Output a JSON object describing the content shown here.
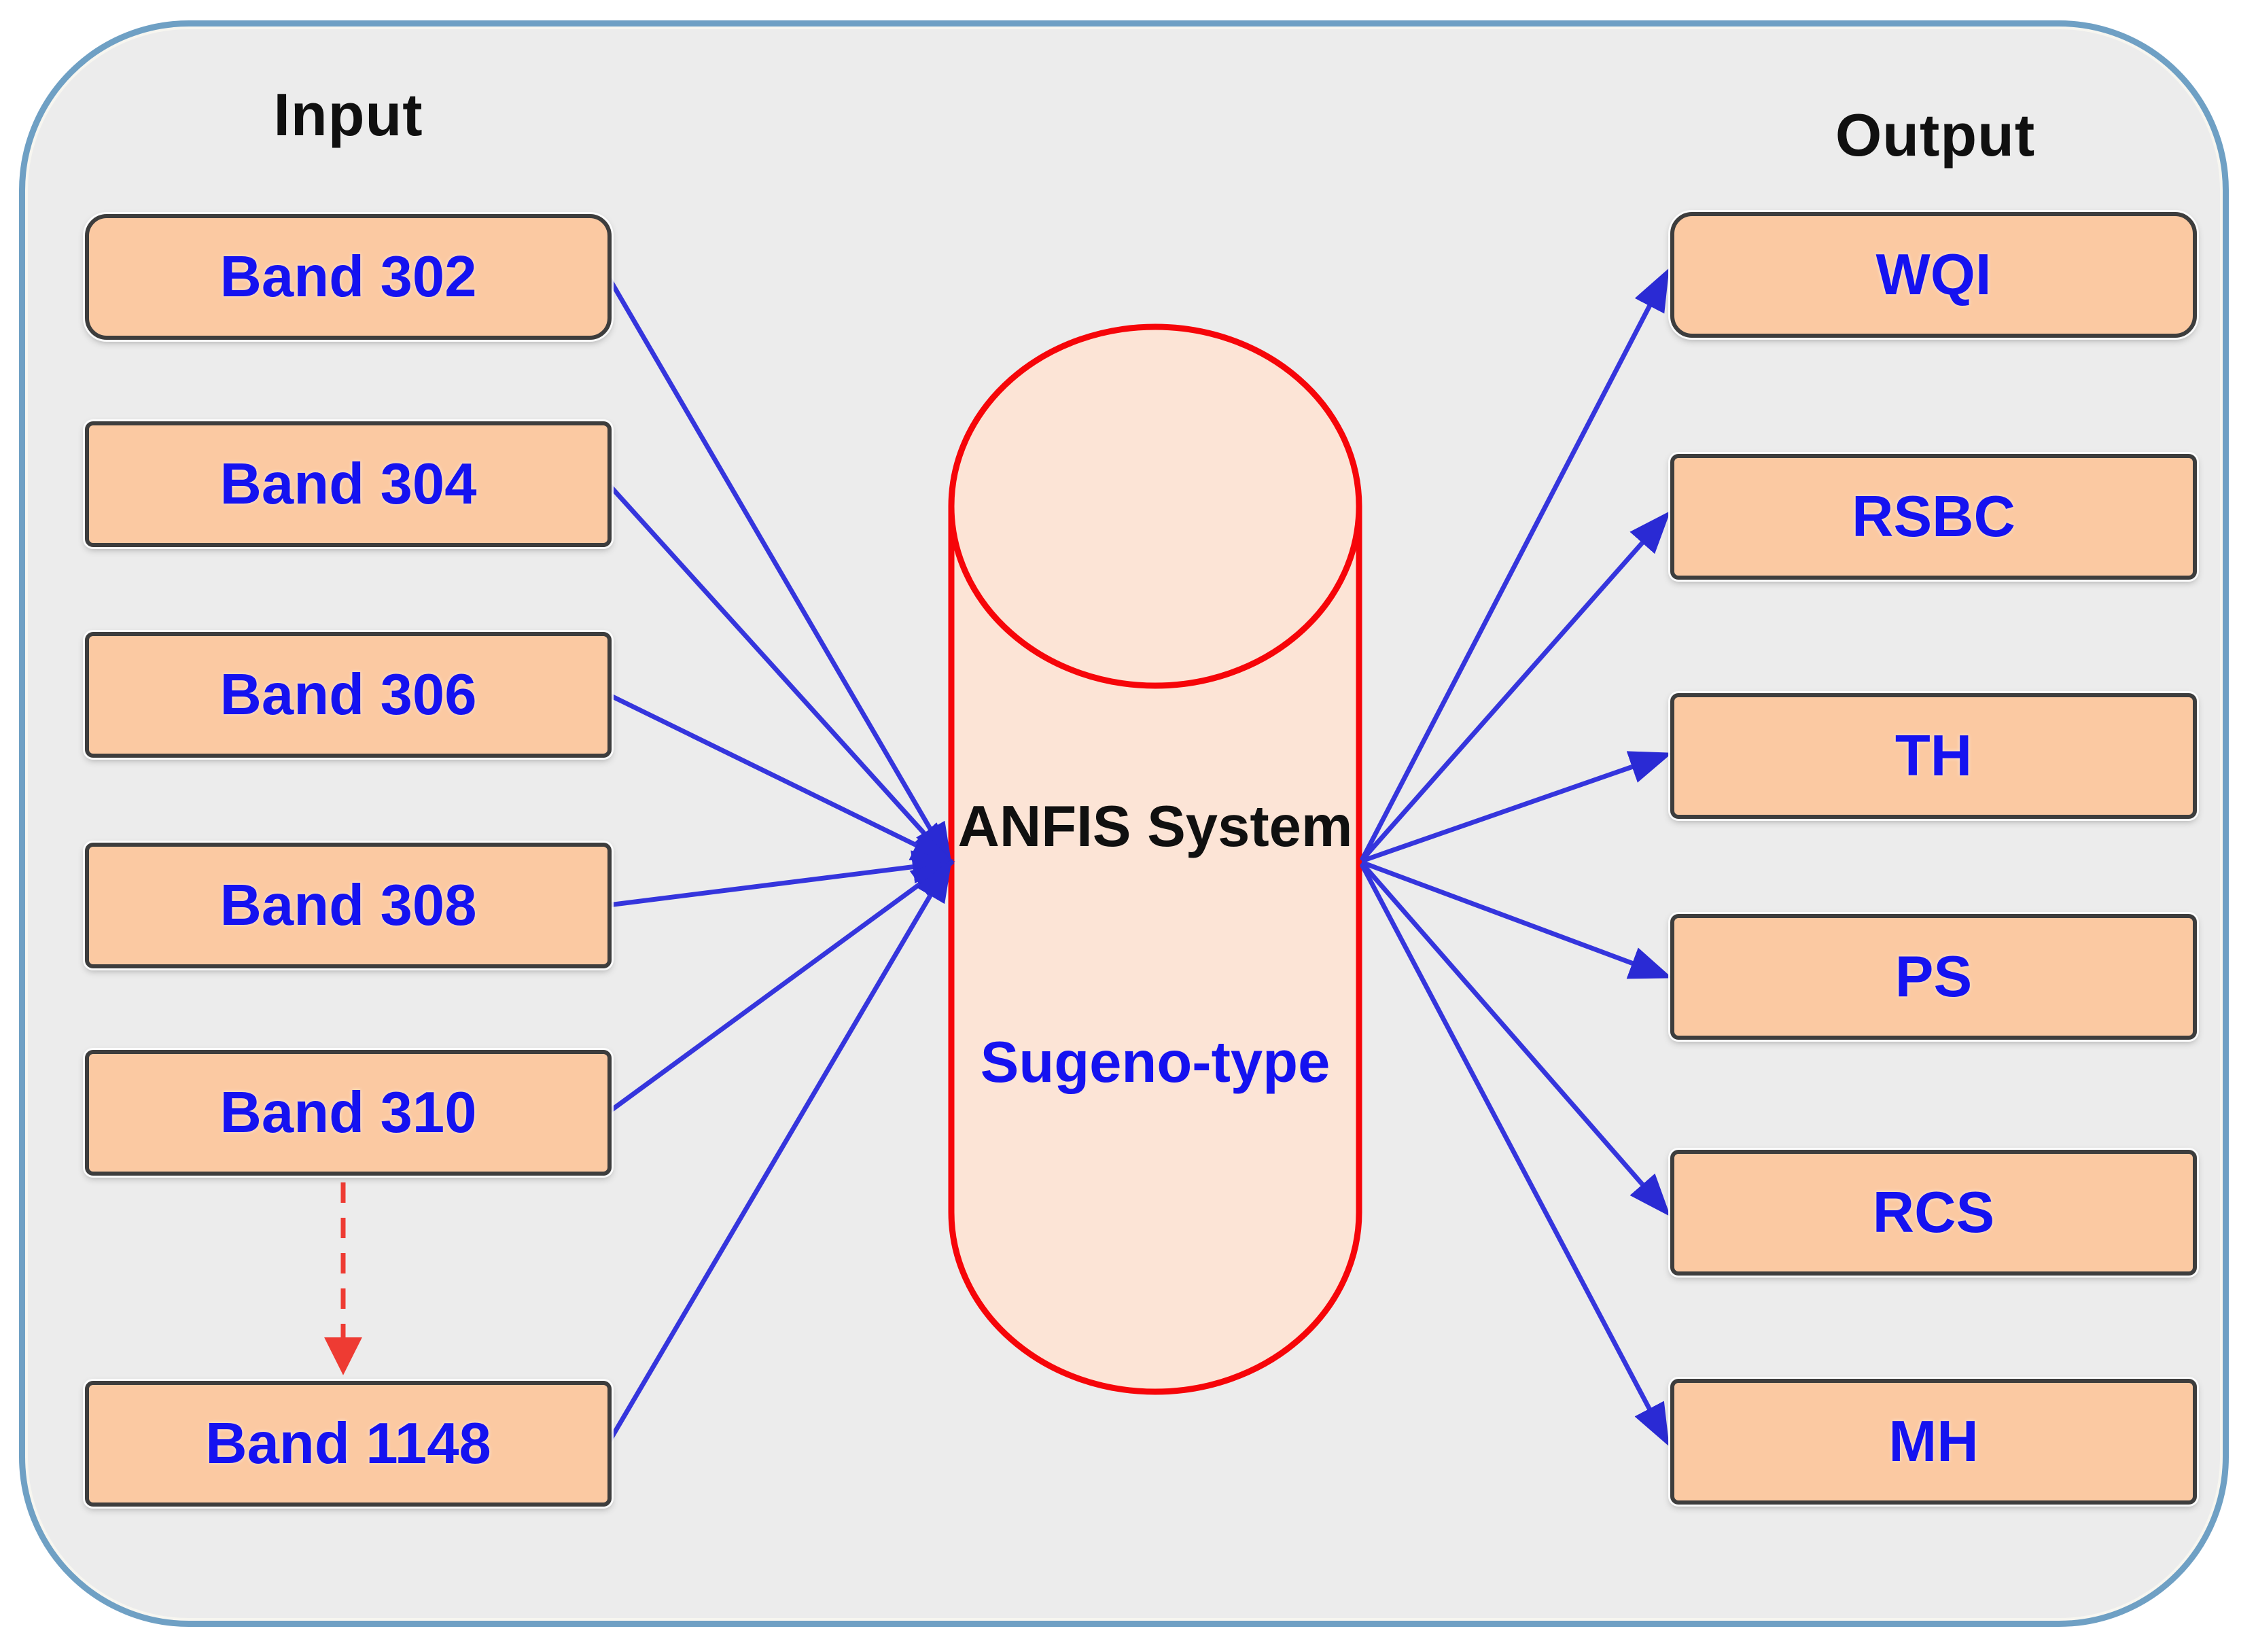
{
  "diagram": {
    "titles": {
      "input": "Input",
      "output": "Output"
    },
    "inputs": [
      "Band 302",
      "Band 304",
      "Band 306",
      "Band 308",
      "Band 310",
      "Band 1148"
    ],
    "outputs": [
      "WQI",
      "RSBC",
      "TH",
      "PS",
      "RCS",
      "MH"
    ],
    "system": {
      "name": "ANFIS System",
      "type": "Sugeno-type"
    },
    "links": {
      "inputs_to_system": [
        "Band 302",
        "Band 304",
        "Band 306",
        "Band 308",
        "Band 310",
        "Band 1148"
      ],
      "system_to_outputs": [
        "WQI",
        "RSBC",
        "TH",
        "PS",
        "RCS",
        "MH"
      ],
      "dashed_link": {
        "from": "Band 310",
        "to": "Band 1148"
      }
    },
    "colors": {
      "frame_fill": "#ececec",
      "frame_border": "#6fa0c4",
      "node_fill": "#fbc9a2",
      "node_border": "#3d3d3d",
      "node_text": "#1512f0",
      "cylinder_fill": "#fce4d6",
      "cylinder_stroke": "#f60509",
      "arrow": "#3535dd",
      "dashed_arrow": "#ee3b33",
      "title_text": "#101010"
    }
  }
}
